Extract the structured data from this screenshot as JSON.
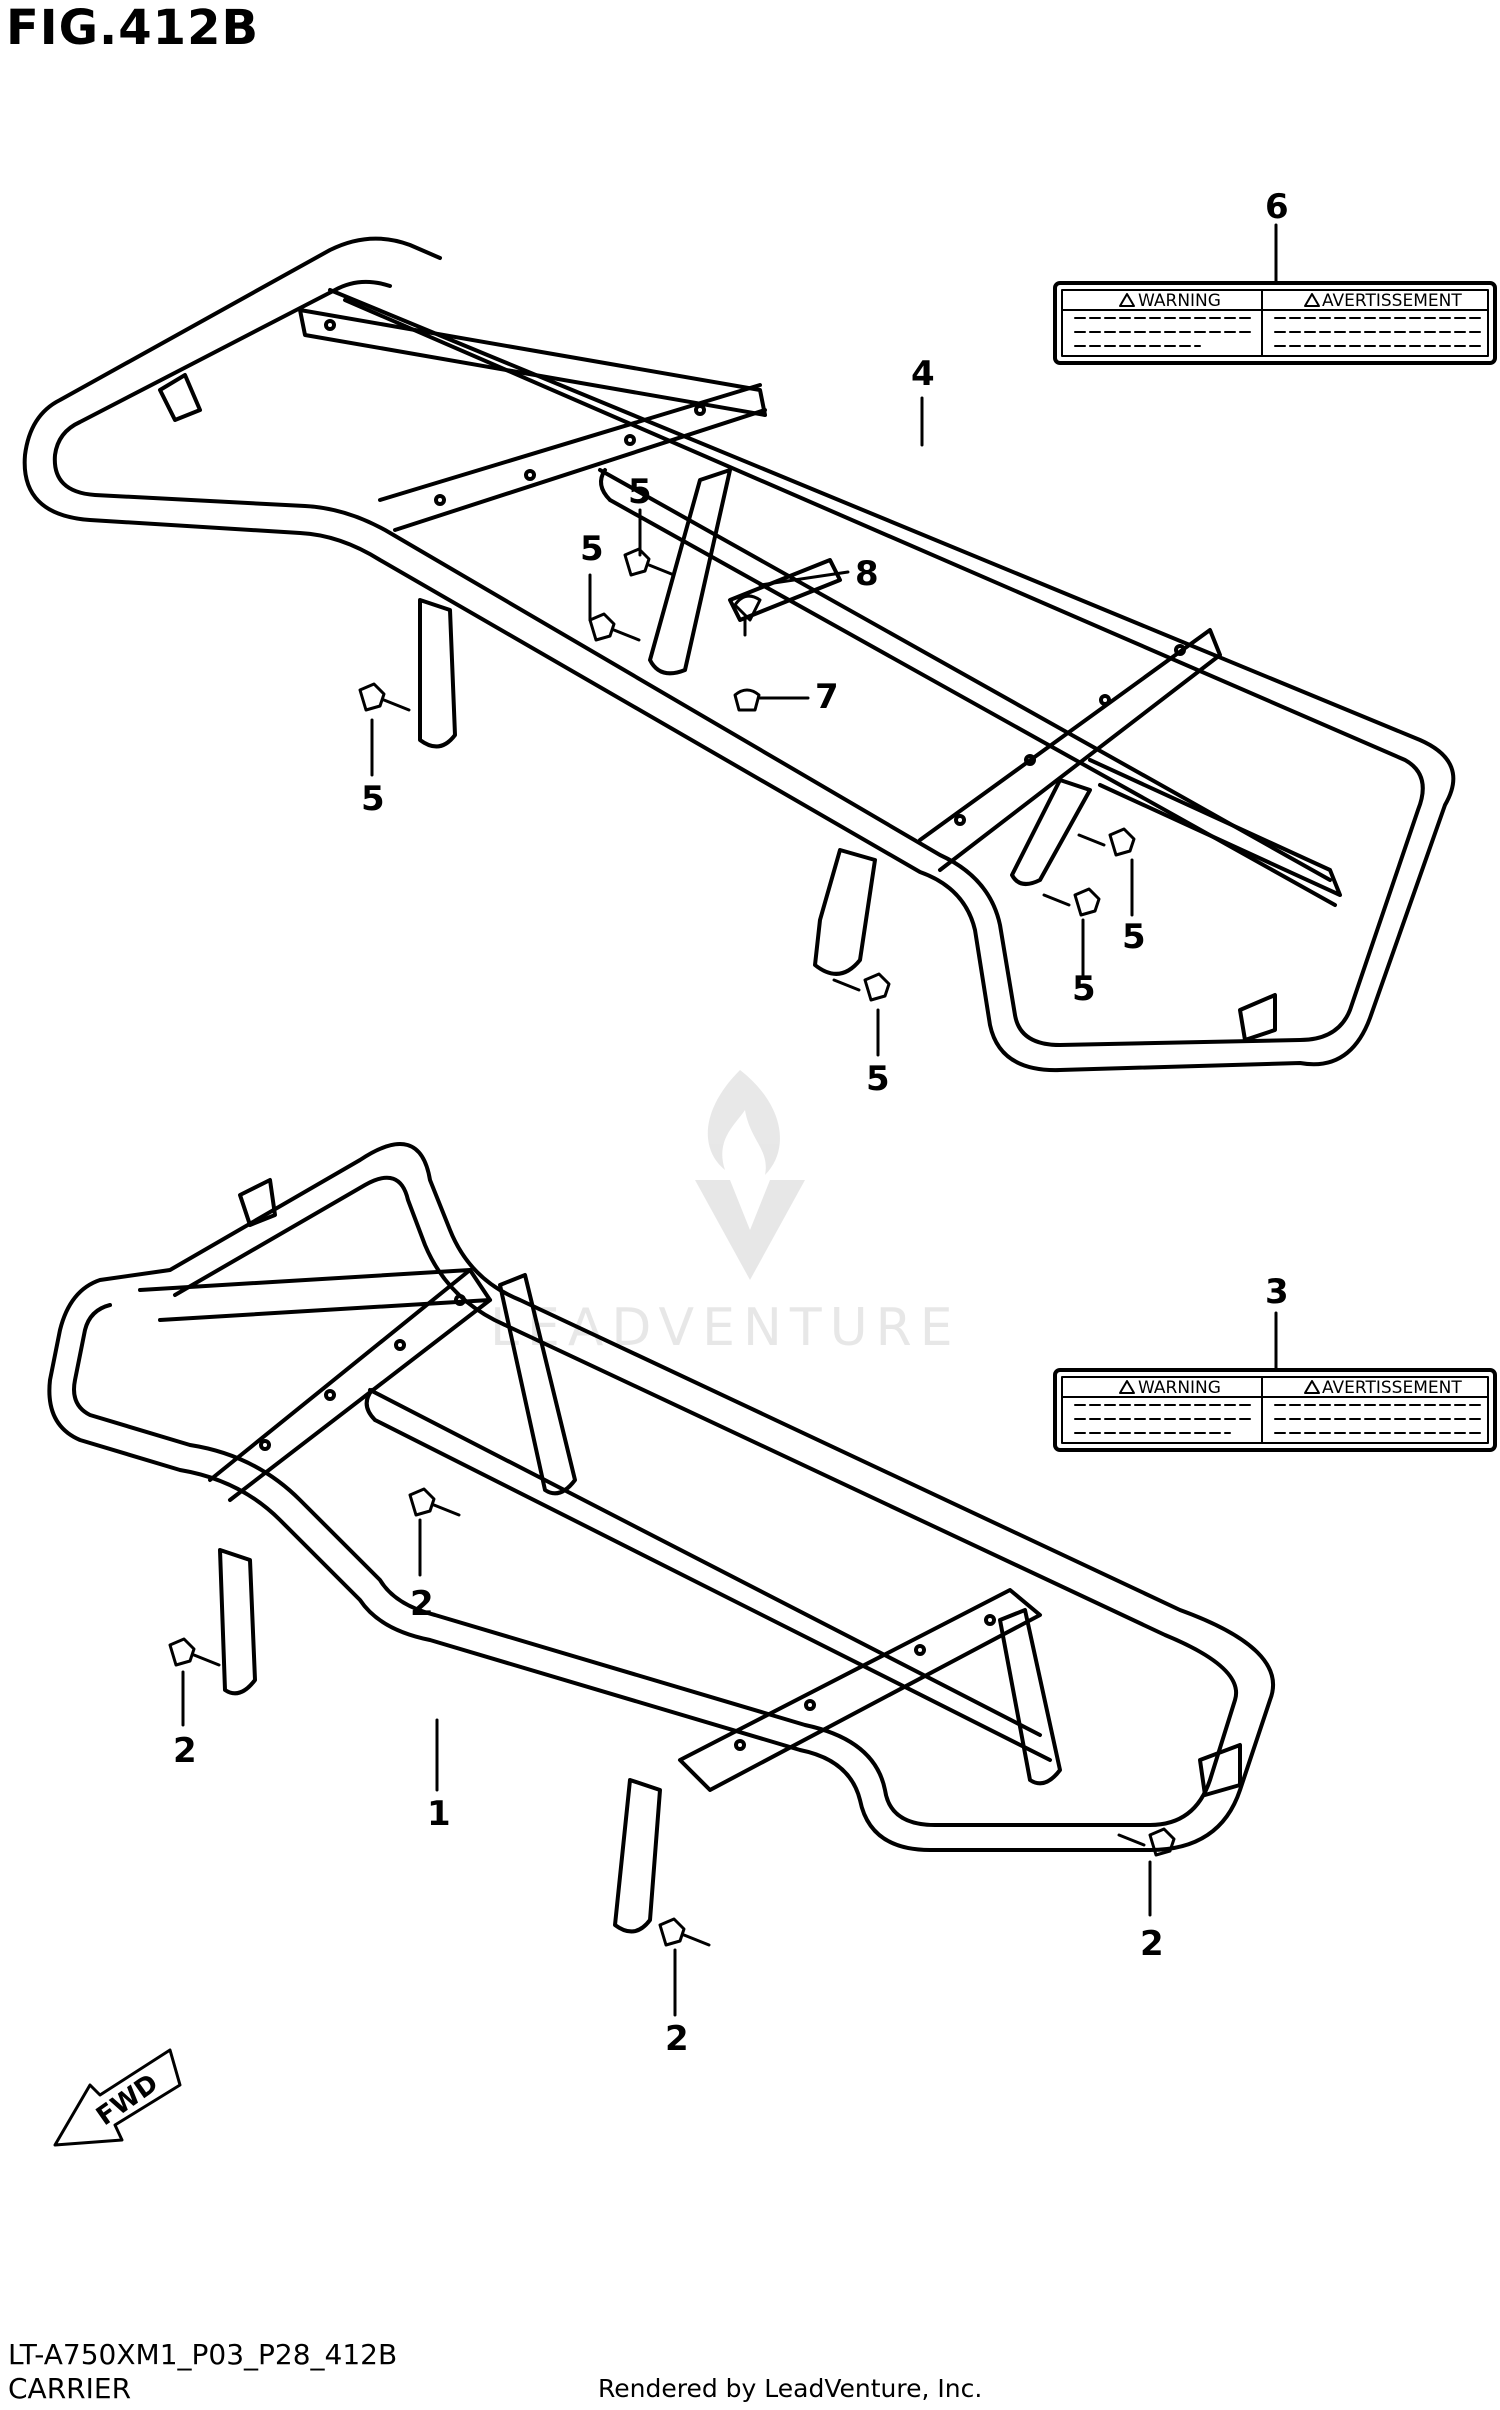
{
  "figure": {
    "title": "FIG.412B"
  },
  "footer": {
    "code": "LT-A750XM1_P03_P28_412B",
    "name": "CARRIER",
    "credit": "Rendered by LeadVenture, Inc."
  },
  "watermark": {
    "text": "LEADVENTURE"
  },
  "callouts": {
    "c1": "1",
    "c2a": "2",
    "c2b": "2",
    "c2c": "2",
    "c2d": "2",
    "c3": "3",
    "c4": "4",
    "c5a": "5",
    "c5b": "5",
    "c5c": "5",
    "c5d": "5",
    "c5e": "5",
    "c5f": "5",
    "c6": "6",
    "c7": "7",
    "c8": "8"
  },
  "labels": {
    "label6": {
      "left": "WARNING",
      "right": "AVERTISSEMENT"
    },
    "label3": {
      "left": "WARNING",
      "right": "AVERTISSEMENT"
    }
  },
  "fwd": {
    "text": "FWD"
  }
}
